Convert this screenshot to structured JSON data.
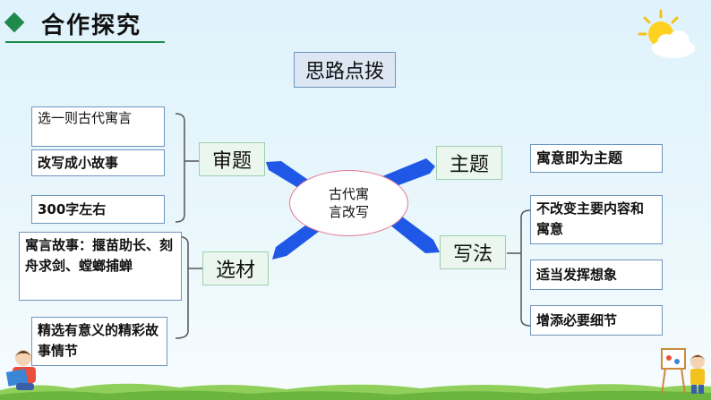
{
  "header": {
    "title": "合作探究"
  },
  "title_box": {
    "label": "思路点拨"
  },
  "center": {
    "text_line1": "古代寓",
    "text_line2": "言改写"
  },
  "branches": {
    "shenti": {
      "label": "审题"
    },
    "xuancai": {
      "label": "选材"
    },
    "zhuti": {
      "label": "主题"
    },
    "xiefa": {
      "label": "写法"
    }
  },
  "shenti_items": {
    "item1": "选一则古代寓言",
    "item2": "改写成小故事",
    "item3": "300字左右"
  },
  "xuancai_items": {
    "item1": "寓言故事：揠苗助长、刻舟求剑、螳螂捕蝉",
    "item2": "精选有意义的精彩故事情节"
  },
  "zhuti_items": {
    "item1": "寓意即为主题"
  },
  "xiefa_items": {
    "item1": "不改变主要内容和寓意",
    "item2": "适当发挥想象",
    "item3": "增添必要细节"
  },
  "colors": {
    "accent": "#1f8a4c",
    "arrow": "#1f58e6",
    "border": "#6f95bd"
  }
}
